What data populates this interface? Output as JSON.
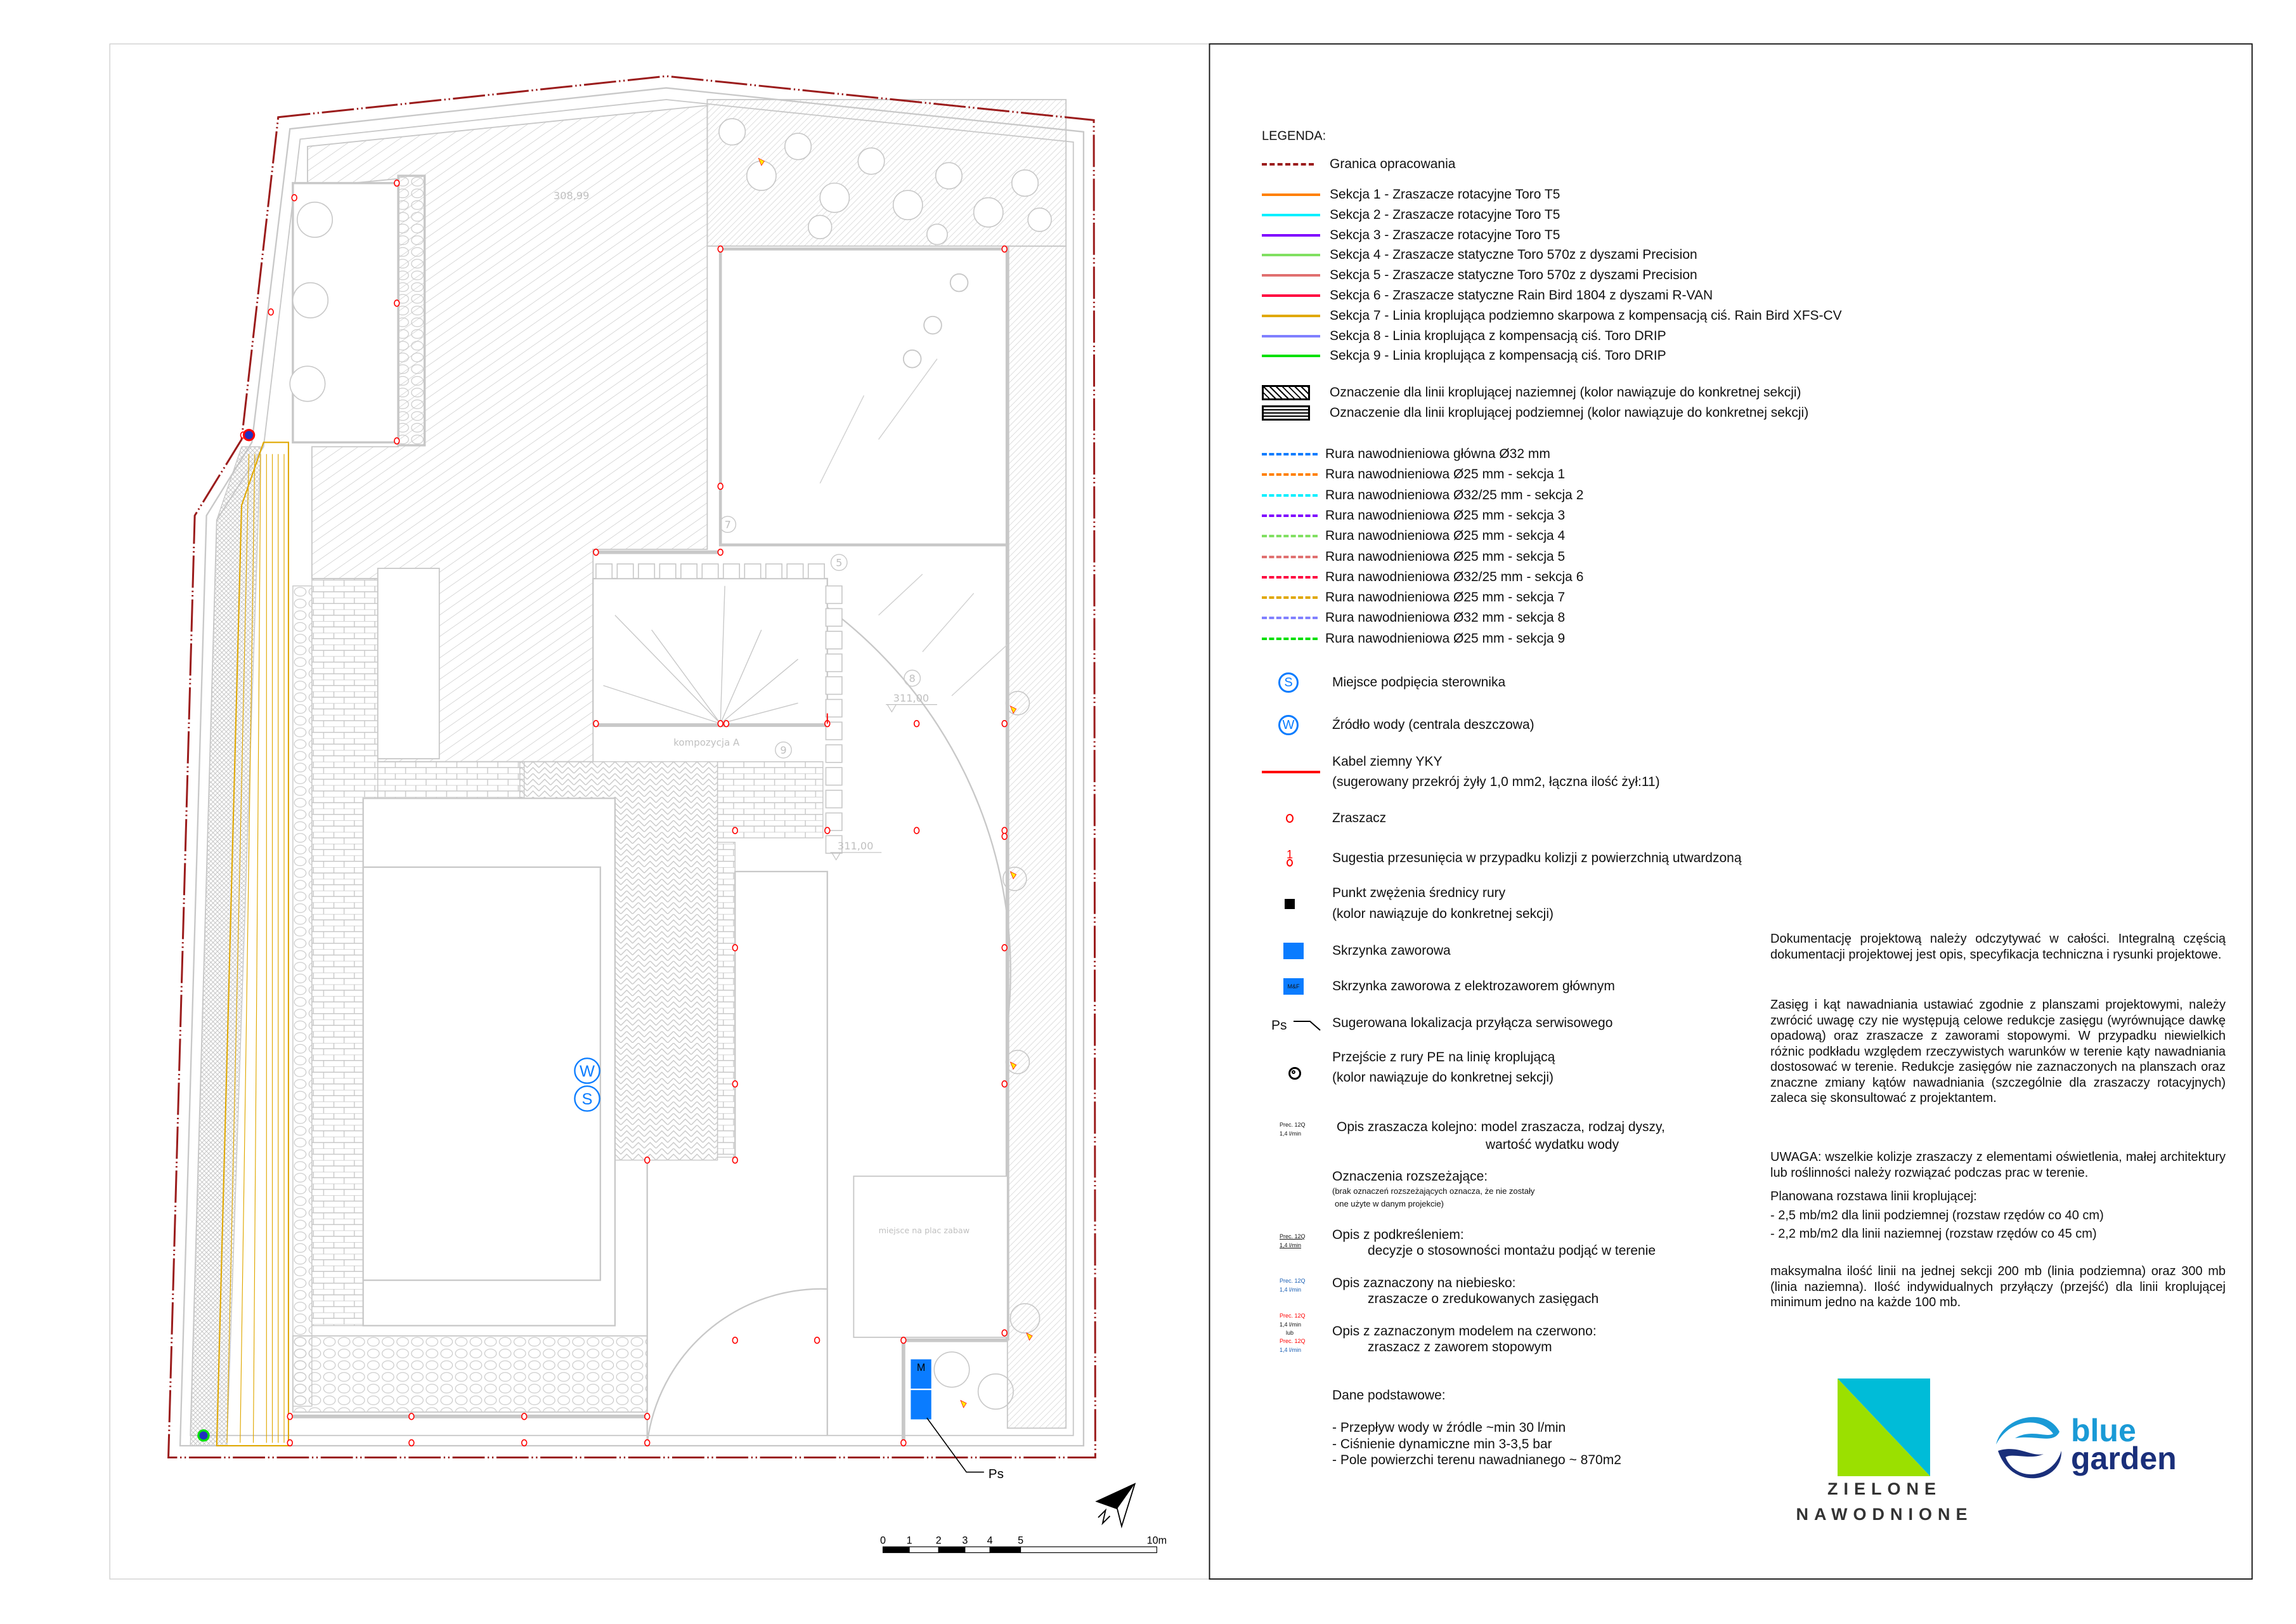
{
  "legend": {
    "title": "LEGENDA:",
    "boundary": {
      "label": "Granica opracowania",
      "color": "#9b1c1c"
    },
    "sections": [
      {
        "label": "Sekcja 1 - Zraszacze rotacyjne Toro T5",
        "color": "#ff8000"
      },
      {
        "label": "Sekcja 2 - Zraszacze rotacyjne Toro T5",
        "color": "#00f0ff"
      },
      {
        "label": "Sekcja 3 - Zraszacze rotacyjne Toro T5",
        "color": "#8000ff"
      },
      {
        "label": "Sekcja 4 - Zraszacze statyczne Toro 570z  z dyszami Precision",
        "color": "#80e060"
      },
      {
        "label": "Sekcja 5 - Zraszacze statyczne Toro 570z  z dyszami Precision",
        "color": "#e07070"
      },
      {
        "label": "Sekcja 6 - Zraszacze statyczne Rain Bird 1804 z dyszami R-VAN",
        "color": "#ff0040"
      },
      {
        "label": "Sekcja 7 - Linia kroplująca podziemno skarpowa z kompensacją ciś. Rain Bird XFS-CV",
        "color": "#e0a800"
      },
      {
        "label": "Sekcja 8 - Linia kroplująca z kompensacją ciś. Toro DRIP",
        "color": "#8080ff"
      },
      {
        "label": "Sekcja 9 - Linia kroplująca z kompensacją ciś. Toro DRIP",
        "color": "#00e000"
      }
    ],
    "drip_markers": [
      {
        "label": "Oznaczenie dla linii kroplującej naziemnej (kolor nawiązuje do konkretnej sekcji)"
      },
      {
        "label": "Oznaczenie dla linii kroplującej podziemnej (kolor nawiązuje do konkretnej sekcji)"
      }
    ],
    "pipes": [
      {
        "label": "Rura nawodnieniowa główna Ø32 mm",
        "color": "#0a7cff"
      },
      {
        "label": "Rura nawodnieniowa Ø25 mm - sekcja 1",
        "color": "#ff8000"
      },
      {
        "label": "Rura nawodnieniowa Ø32/25 mm - sekcja 2",
        "color": "#00f0ff"
      },
      {
        "label": "Rura nawodnieniowa Ø25 mm - sekcja 3",
        "color": "#8000ff"
      },
      {
        "label": "Rura nawodnieniowa Ø25 mm - sekcja 4",
        "color": "#80e060"
      },
      {
        "label": "Rura nawodnieniowa Ø25 mm - sekcja 5",
        "color": "#e07070"
      },
      {
        "label": "Rura nawodnieniowa Ø32/25 mm - sekcja 6",
        "color": "#ff0040"
      },
      {
        "label": "Rura nawodnieniowa Ø25 mm - sekcja 7",
        "color": "#e0a800"
      },
      {
        "label": "Rura nawodnieniowa Ø32 mm - sekcja 8",
        "color": "#8080ff"
      },
      {
        "label": "Rura nawodnieniowa Ø25 mm - sekcja 9",
        "color": "#00e000"
      }
    ],
    "symbols": {
      "controller": {
        "glyph": "S",
        "label": "Miejsce podpięcia sterownika"
      },
      "water": {
        "glyph": "W",
        "label": "Źródło wody (centrala deszczowa)"
      },
      "cable": {
        "line1": "Kabel ziemny YKY",
        "line2": "(sugerowany przekrój żyły 1,0 mm2, łączna ilość żył:11)",
        "color": "#ff0000"
      },
      "sprinkler": {
        "label": "Zraszacz"
      },
      "relocate": {
        "glyph": "1",
        "label": "Sugestia przesunięcia w przypadku kolizji z powierzchnią utwardzoną"
      },
      "narrowing": {
        "line1": "Punkt zwężenia średnicy rury",
        "line2": "(kolor nawiązuje do konkretnej sekcji)"
      },
      "valve_box": {
        "label": "Skrzynka zaworowa",
        "color": "#0a7cff"
      },
      "valve_box_main": {
        "glyph": "M&F",
        "label": "Skrzynka zaworowa z elektrozaworem głównym"
      },
      "service": {
        "glyph": "Ps",
        "label": "Sugerowana lokalizacja przyłącza serwisowego"
      },
      "transition": {
        "line1": "Przejście z rury PE na linię kroplującą",
        "line2": "(kolor nawiązuje do konkretnej sekcji)"
      }
    },
    "descriptions": {
      "sample_model": "Prec. 12Q",
      "sample_flow": "1,4 l/min",
      "sample_or": "lub",
      "order": {
        "line1": "Opis zraszacza kolejno:  model zraszacza, rodzaj dyszy,",
        "line2": "wartość wydatku wody"
      },
      "extended": {
        "title": "Oznaczenia rozszeżające:",
        "note1": "(brak oznaczeń rozszeżających oznacza, że nie zostały",
        "note2": "one użyte w danym projekcie)"
      },
      "underlined": {
        "title": "Opis z podkreśleniem:",
        "text": "decyzje o stosowności montażu podjąć w terenie"
      },
      "blue": {
        "title": "Opis zaznaczony na niebiesko:",
        "text": "zraszacze o zredukowanych zasięgach",
        "color": "#1a5fb4"
      },
      "red": {
        "title": "Opis z zaznaczonym modelem na czerwono:",
        "text": "zraszacz z zaworem stopowym",
        "color": "#ff0000"
      }
    },
    "basic": {
      "title": "Dane podstawowe:",
      "items": [
        "- Przepływ wody w źródle ~min 30 l/min",
        "- Ciśnienie dynamiczne min 3-3,5 bar",
        "- Pole powierzchi terenu nawadnianego ~ 870m2"
      ]
    }
  },
  "notes": {
    "p1": "Dokumentację projektową należy odczytywać w całości. Integralną częścią dokumentacji projektowej jest opis, specyfikacja techniczna i rysunki projektowe.",
    "p2": "Zasięg i kąt nawadniania ustawiać zgodnie z planszami projektowymi, należy zwrócić uwagę czy nie występują celowe redukcje zasięgu (wyrównujące dawkę opadową) oraz zraszacze z zaworami stopowymi. W przypadku niewielkich różnic podkładu względem rzeczywistych warunków w terenie kąty nawadniania dostosować w terenie. Redukcje zasięgów nie zaznaczonych na planszach oraz znaczne zmiany kątów nawadniania (szczególnie dla zraszaczy rotacyjnych) zaleca się skonsultować z projektantem.",
    "uwaga": "UWAGA: wszelkie kolizje zraszaczy z elementami oświetlenia, małej architektury lub roślinności należy rozwiązać podczas prac w terenie.",
    "planned_title": "Planowana rozstawa linii kroplującej:",
    "planned_items": [
      "- 2,5 mb/m2 dla linii podziemnej (rozstaw rzędów co 40 cm)",
      "- 2,2 mb/m2 dla linii naziemnej (rozstaw rzędów co 45 cm)"
    ],
    "max": "maksymalna ilość linii na jednej sekcji 200  mb (linia podziemna) oraz 300 mb (linia naziemna). Ilość indywidualnych przyłączy (przejść) dla linii kroplującej minimum jedno na każde 100 mb."
  },
  "logos": {
    "zielone": {
      "line1": "ZIELONE",
      "line2": "NAWODNIONE",
      "green": "#9be000",
      "cyan": "#00bcd8"
    },
    "bluegarden": {
      "line1": "blue",
      "line2": "garden",
      "light": "#1a9ad6",
      "dark": "#1a2f7a"
    }
  },
  "plan": {
    "elevation_top": "308,99",
    "elevation_a": "311,00",
    "elevation_b": "311,00",
    "composition": "kompozycja A",
    "playground": "miejsce na plac zabaw",
    "num_5": "5",
    "num_7": "7",
    "num_8": "8",
    "num_9": "9",
    "water_glyph": "W",
    "controller_glyph": "S",
    "valve_glyph": "M",
    "service_label": "Ps",
    "north": "N"
  },
  "scale": {
    "ticks": [
      "0",
      "1",
      "2",
      "3",
      "4",
      "5",
      "10m"
    ]
  }
}
